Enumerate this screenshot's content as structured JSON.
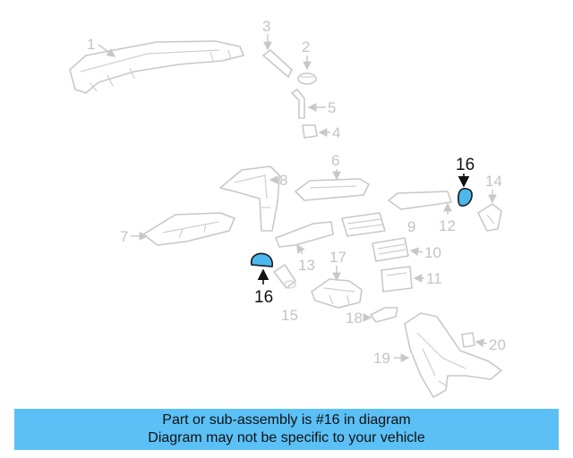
{
  "callouts": [
    "1",
    "2",
    "3",
    "4",
    "5",
    "6",
    "7",
    "8",
    "9",
    "10",
    "11",
    "12",
    "13",
    "14",
    "15",
    "16",
    "17",
    "18",
    "19",
    "20"
  ],
  "highlighted_callout": "16",
  "highlight_color": "#4cb8ee",
  "banner": {
    "line1": "Part or sub-assembly is #16 in diagram",
    "line2": "Diagram may not be specific to your vehicle",
    "background": "#5bc0f5"
  }
}
